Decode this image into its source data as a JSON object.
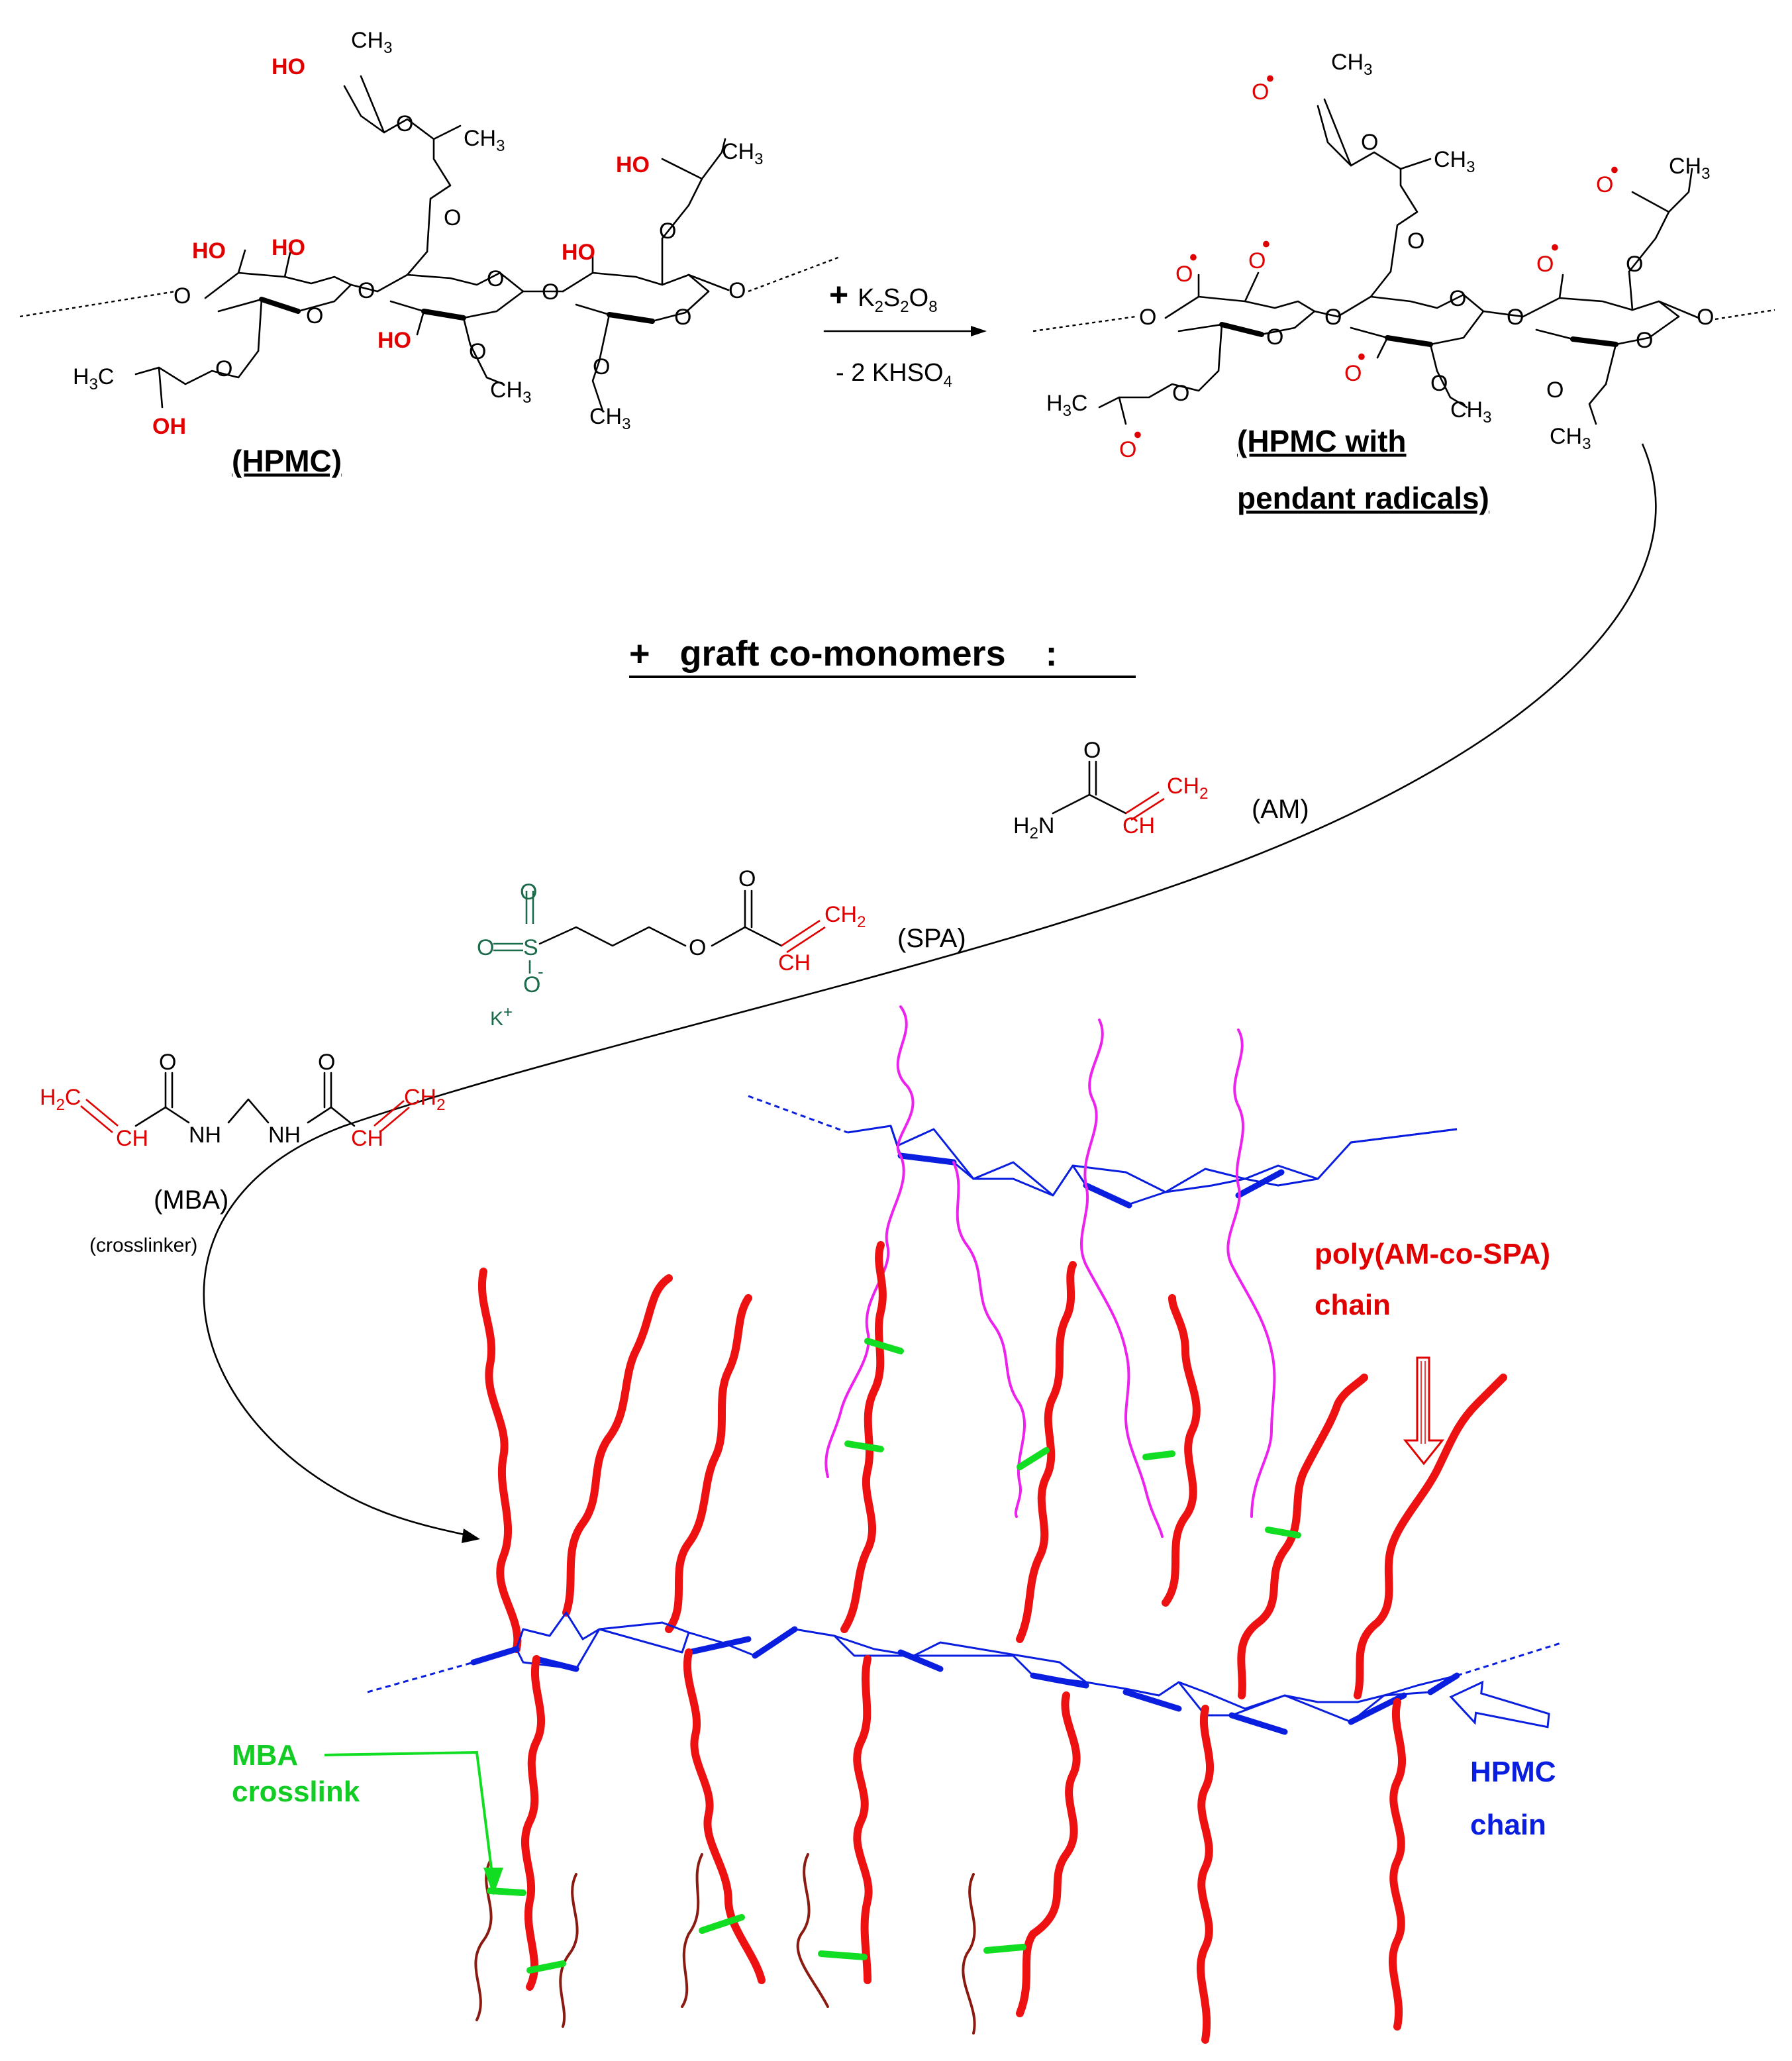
{
  "labels": {
    "hpmc": "(HPMC)",
    "hpmc_radicals_line1": "(HPMC with",
    "hpmc_radicals_line2": "pendant radicals)",
    "graft_comonomers": "+   graft co-monomers    :",
    "am": "(AM)",
    "spa": "(SPA)",
    "mba": "(MBA)",
    "crosslinker": "(crosslinker)",
    "poly_chain_line1": "poly(AM-co-SPA)",
    "poly_chain_line2": "chain",
    "mba_crosslink_line1": "MBA",
    "mba_crosslink_line2": "crosslink",
    "hpmc_chain_line1": "HPMC",
    "hpmc_chain_line2": "chain"
  },
  "reaction": {
    "reagent_plus": "+",
    "reagent_K": "K",
    "reagent_2a": "2",
    "reagent_S": "S",
    "reagent_2b": "2",
    "reagent_O": "O",
    "reagent_8": "8",
    "byproduct_prefix": "- 2  KHSO",
    "byproduct_4": "4"
  },
  "atoms": {
    "ho": "HO",
    "oh": "OH",
    "o": "O",
    "o_radical": "O",
    "radical_dot": "•",
    "ch3": "CH",
    "three": "3",
    "h3c": "H",
    "h3c_c": "C",
    "ch2": "CH",
    "two": "2",
    "ch": "CH",
    "h2n": "H",
    "h2n_n": "N",
    "h2c": "H",
    "h2c_c": "C",
    "nh": "NH",
    "s": "S",
    "k_plus": "K",
    "plus": "+",
    "minus": "-"
  },
  "colors": {
    "radical_red": "#e00000",
    "graft_red": "#ee1111",
    "hpmc_blue": "#0a1ee0",
    "crosslink_green": "#11dd22",
    "magenta_chain": "#ee22ee",
    "dark_chain": "#8b1a10",
    "sulfonate_green": "#1a6b4a"
  }
}
